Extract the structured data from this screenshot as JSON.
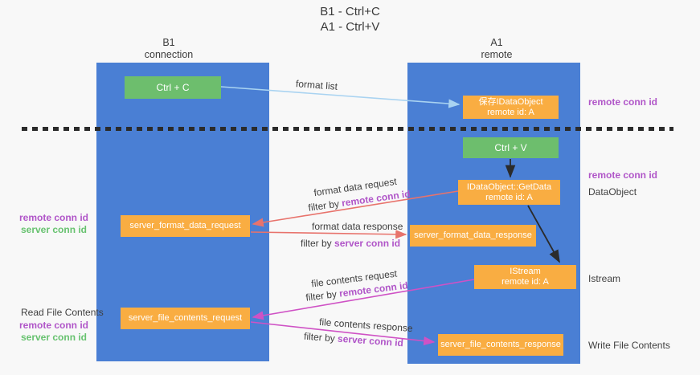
{
  "title": {
    "line1": "B1 - Ctrl+C",
    "line2": "A1 - Ctrl+V"
  },
  "columns": {
    "left": {
      "name": "B1",
      "subtitle": "connection"
    },
    "right": {
      "name": "A1",
      "subtitle": "remote"
    }
  },
  "nodes": {
    "ctrl_c": {
      "label": "Ctrl + C"
    },
    "ctrl_v": {
      "label": "Ctrl + V"
    },
    "saved_idataobject": {
      "line1": "保存IDataObject",
      "line2": "remote id: A"
    },
    "getdata": {
      "line1": "IDataObject::GetData",
      "line2": "remote id: A"
    },
    "istream": {
      "line1": "IStream",
      "line2": "remote id: A"
    },
    "server_format_data_request": {
      "label": "server_format_data_request"
    },
    "server_format_data_response": {
      "label": "server_format_data_response"
    },
    "server_file_contents_request": {
      "label": "server_file_contents_request"
    },
    "server_file_contents_response": {
      "label": "server_file_contents_response"
    }
  },
  "edge_labels": {
    "format_list": "format list",
    "format_data_request": "format data request",
    "format_data_request_filter_prefix": "filter by ",
    "format_data_request_filter_id": "remote conn id",
    "format_data_response": "format data response",
    "format_data_response_filter_prefix": "filter by ",
    "format_data_response_filter_id": "server conn id",
    "file_contents_request": "file contents request",
    "file_contents_request_filter_prefix": "filter by ",
    "file_contents_request_filter_id": "remote conn id",
    "file_contents_response": "file contents response",
    "file_contents_response_filter_prefix": "filter by ",
    "file_contents_response_filter_id": "server conn id"
  },
  "annotations": {
    "right_remote_conn_id_top": "remote conn id",
    "right_remote_conn_id_mid": "remote conn id",
    "dataobject": "DataObject",
    "istream": "Istream",
    "write_file_contents": "Write File Contents",
    "read_file_contents": "Read File Contents",
    "left_block1_remote": "remote conn id",
    "left_block1_server": "server conn id",
    "left_block2_remote": "remote conn id",
    "left_block2_server": "server conn id"
  },
  "colors": {
    "column_blue": "#4a7fd4",
    "box_green": "#6dbe6d",
    "box_orange": "#f9ad42",
    "arrow_light_blue": "#a9d3f1",
    "arrow_red": "#e8736c",
    "arrow_magenta": "#cf52c5",
    "arrow_black": "#2b2b2b",
    "text_purple": "#b055c8",
    "text_green": "#67c26f",
    "background": "#f8f8f8"
  }
}
